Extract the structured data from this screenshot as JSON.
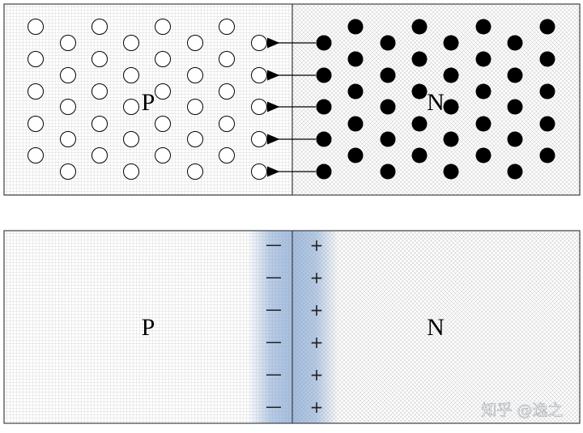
{
  "top_diagram": {
    "p_label": "P",
    "n_label": "N",
    "holes_rows": 5,
    "electrons_rows": 5,
    "migration_arrows": 5
  },
  "bottom_diagram": {
    "p_label": "P",
    "n_label": "N",
    "negative_sign": "—",
    "positive_sign": "+",
    "charge_count": 6
  },
  "watermark": {
    "text": "知乎 @逸之"
  },
  "colors": {
    "hole_fill": "#ffffff",
    "electron_fill": "#000000",
    "depletion_glow": "#7fa2d0",
    "grid_line": "#c8c8c8",
    "border": "#404040"
  }
}
